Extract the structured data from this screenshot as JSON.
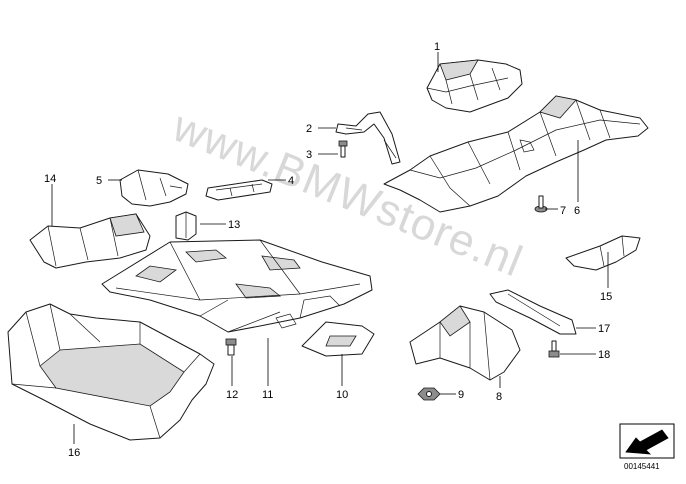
{
  "diagram": {
    "watermark": "www.BMWstore.nl",
    "reference_number": "00145441",
    "callouts": [
      "1",
      "2",
      "3",
      "4",
      "5",
      "6",
      "7",
      "8",
      "9",
      "10",
      "11",
      "12",
      "13",
      "14",
      "15",
      "16",
      "17",
      "18"
    ],
    "icons": [
      "direction-arrow-icon"
    ]
  }
}
